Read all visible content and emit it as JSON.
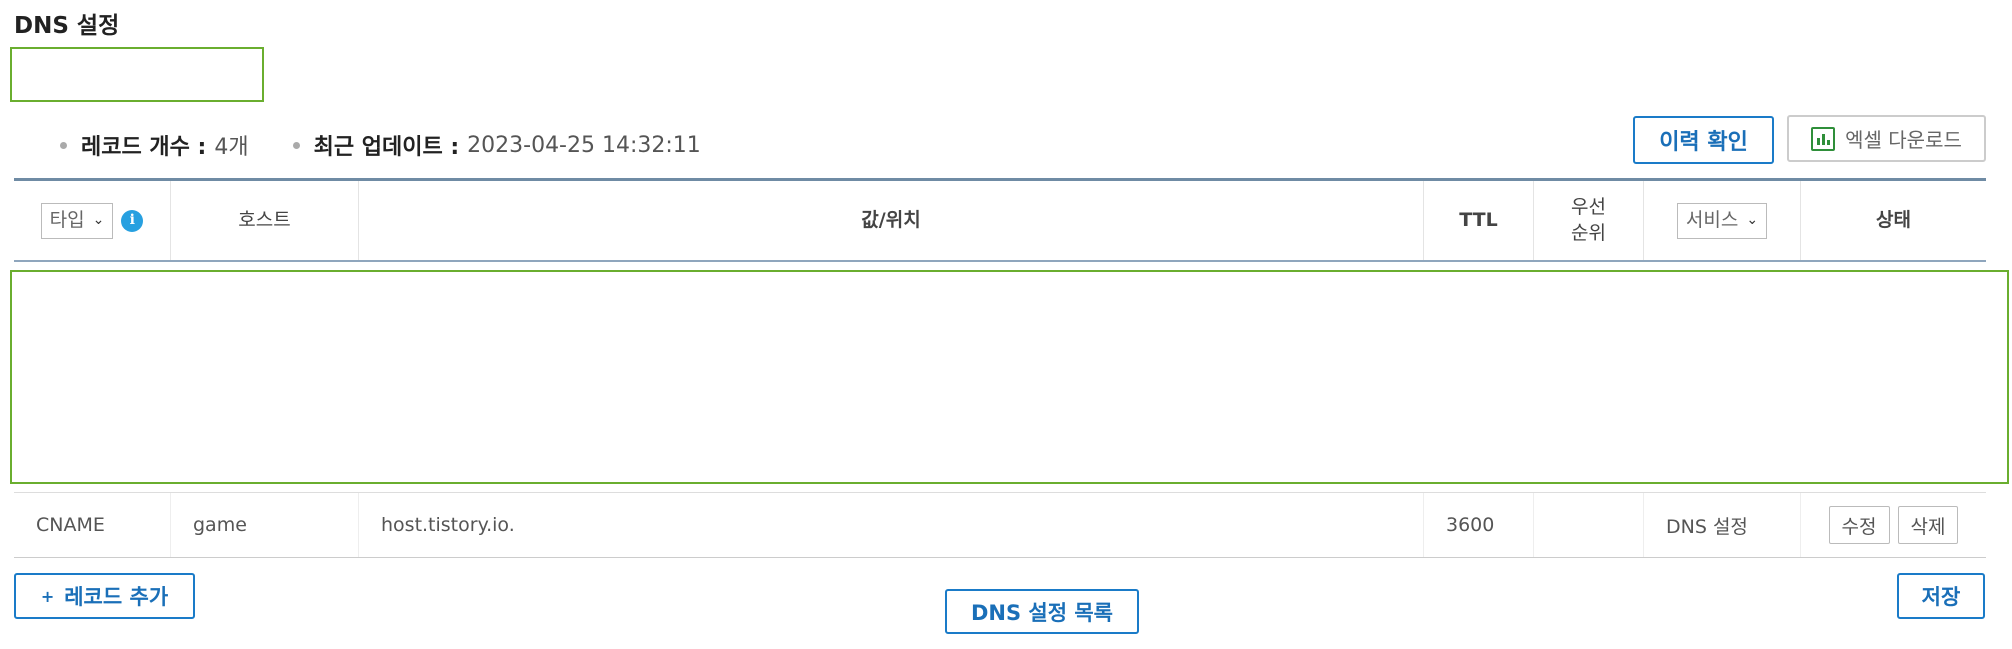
{
  "page": {
    "title": "DNS 설정"
  },
  "summary": {
    "record_count_label": "레코드 개수 :",
    "record_count_value": "4개",
    "last_update_label": "최근 업데이트 :",
    "last_update_value": "2023-04-25 14:32:11"
  },
  "toolbar": {
    "history_label": "이력 확인",
    "excel_label": "엑셀 다운로드",
    "excel_icon": "bar-chart-icon"
  },
  "table": {
    "headers": {
      "type_select": "타입",
      "host": "호스트",
      "value": "값/위치",
      "ttl": "TTL",
      "priority_line1": "우선",
      "priority_line2": "순위",
      "service_select": "서비스",
      "status": "상태"
    },
    "rows": [
      {
        "type": "CNAME",
        "host": "game",
        "value": "host.tistory.io.",
        "ttl": "3600",
        "priority": "",
        "service": "DNS 설정",
        "edit_label": "수정",
        "delete_label": "삭제"
      }
    ]
  },
  "footer": {
    "add_record_label": "레코드 추가",
    "add_icon": "plus-icon",
    "list_label": "DNS 설정 목록",
    "save_label": "저장"
  },
  "colors": {
    "accent_blue": "#1a7bc8",
    "highlight_green": "#6aae2f",
    "info_blue": "#27a0e0",
    "excel_green": "#2f8f3a"
  }
}
